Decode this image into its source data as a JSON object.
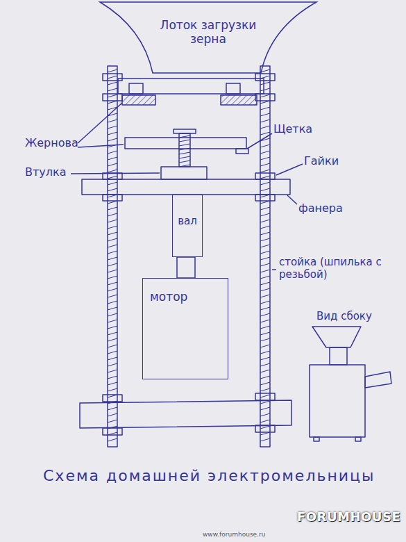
{
  "diagram": {
    "caption": "Схема домашней электромельницы",
    "nodes": [
      {
        "text": [
          "Лоток загрузки зерна"
        ]
      },
      {
        "text": [
          "вал"
        ]
      },
      {
        "text": [
          "мотор"
        ]
      }
    ],
    "labels": [
      "Жернова",
      "Щетка",
      "Гайки",
      "Втулка",
      "фанера",
      "стойка (шпилька с резьбой)",
      "Вид сбоку",
      "FORUMHOUSE",
      "www.forumhouse.ru"
    ]
  }
}
